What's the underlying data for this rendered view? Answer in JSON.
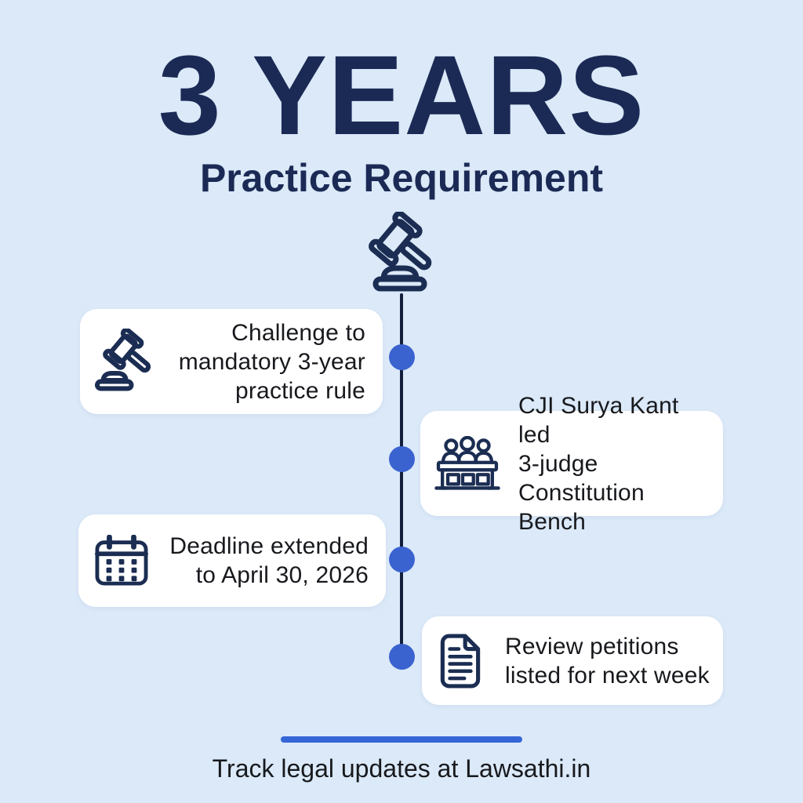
{
  "header": {
    "title": "3 YEARS",
    "subtitle": "Practice Requirement"
  },
  "timeline": {
    "top_icon": "gavel-icon",
    "items": [
      {
        "icon": "gavel-icon",
        "side": "left",
        "lines": [
          "Challenge to",
          "mandatory 3-year",
          "practice rule"
        ]
      },
      {
        "icon": "judges-bench-icon",
        "side": "right",
        "lines": [
          "CJI Surya Kant led",
          "3-judge",
          "Constitution Bench"
        ]
      },
      {
        "icon": "calendar-icon",
        "side": "left",
        "lines": [
          "Deadline extended",
          "to April 30, 2026"
        ]
      },
      {
        "icon": "document-icon",
        "side": "right",
        "lines": [
          "Review petitions",
          "listed for next week"
        ]
      }
    ]
  },
  "footer": {
    "text": "Track legal updates at Lawsathi.in"
  },
  "colors": {
    "background": "#dbe9f8",
    "navy": "#1b2a55",
    "icon_navy": "#1b2d52",
    "card_bg": "#ffffff",
    "card_text": "#17191d",
    "timeline_line": "#141f3c",
    "dot_blue": "#3a63d0",
    "divider_blue": "#3565d6"
  }
}
